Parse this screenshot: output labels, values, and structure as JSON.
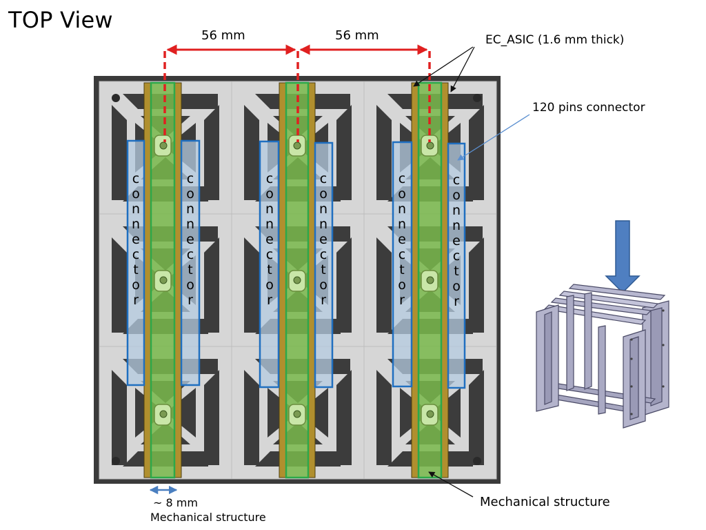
{
  "slide": {
    "title": "TOP View"
  },
  "dimensions": {
    "pitch_left": "56 mm",
    "pitch_right": "56 mm",
    "width_label": "~ 8 mm",
    "width_caption": "Mechanical structure"
  },
  "callouts": {
    "ec_asic": "EC_ASIC (1.6 mm thick)",
    "connector_pins": "120 pins connector",
    "mechanical_structure": "Mechanical structure"
  },
  "connector_word": "connector",
  "colors": {
    "board_frame": "#3a3a3a",
    "board_metal": "#d9d9d9",
    "board_pocket": "#3c3c3c",
    "asic_strip": "#b08f2e",
    "mech_strip_fill": "#79b94b",
    "mech_strip_border": "#2ca84a",
    "connector_fill": "#b4cbe0",
    "connector_border": "#1f6fc0",
    "dimension_arrow": "#e02020",
    "width_arrow": "#4a7fc0",
    "down_arrow": "#4f7fc1",
    "frame_3d": "#a8a8c4"
  }
}
